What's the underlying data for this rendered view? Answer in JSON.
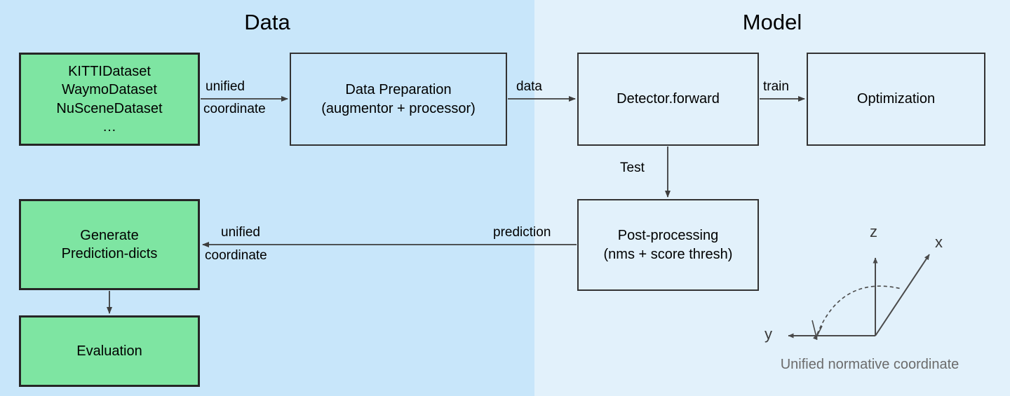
{
  "sections": [
    {
      "id": "data",
      "title": "Data"
    },
    {
      "id": "model",
      "title": "Model"
    }
  ],
  "colors": {
    "panel_data_bg": "#c8e6fa",
    "panel_model_bg": "#e2f1fb",
    "node_green_fill": "#7ee5a2",
    "node_border": "#2b2b2b",
    "arrow_stroke": "#404040",
    "caption_text": "#6b6b6b"
  },
  "nodes": [
    {
      "id": "datasets",
      "style": "green",
      "lines": [
        "KITTIDataset",
        "WaymoDataset",
        "NuSceneDataset",
        "…"
      ],
      "text": "KITTIDataset\nWaymoDataset\nNuSceneDataset\n…"
    },
    {
      "id": "data-preparation",
      "style": "plain",
      "lines": [
        "Data Preparation",
        "(augmentor + processor)"
      ],
      "text": "Data Preparation\n(augmentor + processor)"
    },
    {
      "id": "detector-forward",
      "style": "plain",
      "lines": [
        "Detector.forward"
      ],
      "text": "Detector.forward"
    },
    {
      "id": "optimization",
      "style": "plain",
      "lines": [
        "Optimization"
      ],
      "text": "Optimization"
    },
    {
      "id": "post-processing",
      "style": "plain",
      "lines": [
        "Post-processing",
        "(nms + score thresh)"
      ],
      "text": "Post-processing\n(nms + score thresh)"
    },
    {
      "id": "generate-prediction-dicts",
      "style": "green",
      "lines": [
        "Generate",
        "Prediction-dicts"
      ],
      "text": "Generate\nPrediction-dicts"
    },
    {
      "id": "evaluation",
      "style": "green",
      "lines": [
        "Evaluation"
      ],
      "text": "Evaluation"
    }
  ],
  "edges": [
    {
      "id": "datasets-to-prep",
      "from": "datasets",
      "to": "data-preparation",
      "label": "unified\ncoordinate",
      "label_line1": "unified",
      "label_line2": "coordinate"
    },
    {
      "id": "prep-to-detector",
      "from": "data-preparation",
      "to": "detector-forward",
      "label": "data"
    },
    {
      "id": "detector-to-optimization",
      "from": "detector-forward",
      "to": "optimization",
      "label": "train"
    },
    {
      "id": "detector-to-post",
      "from": "detector-forward",
      "to": "post-processing",
      "label": "Test"
    },
    {
      "id": "post-to-generate",
      "from": "post-processing",
      "to": "generate-prediction-dicts",
      "label_right": "prediction",
      "label_line1": "unified",
      "label_line2": "coordinate"
    },
    {
      "id": "generate-to-evaluation",
      "from": "generate-prediction-dicts",
      "to": "evaluation",
      "label": ""
    }
  ],
  "coordinate_gizmo": {
    "caption": "Unified normative coordinate",
    "axes": [
      {
        "id": "z",
        "label": "z"
      },
      {
        "id": "x",
        "label": "x"
      },
      {
        "id": "y",
        "label": "y"
      }
    ],
    "angle_arc": "dashed-rotation-arc"
  }
}
